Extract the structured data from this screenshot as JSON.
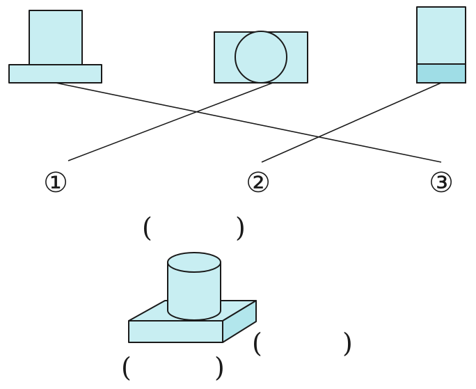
{
  "views": [
    {
      "label": "①"
    },
    {
      "label": "②"
    },
    {
      "label": "③"
    }
  ],
  "answer_blanks": [
    {
      "open": "(",
      "close": ")"
    },
    {
      "open": "(",
      "close": ")"
    },
    {
      "open": "(",
      "close": ")"
    }
  ],
  "colors": {
    "shape_fill": "#c8eef2",
    "shape_fill_dark": "#9fdde6",
    "outline": "#1a1a1a"
  }
}
